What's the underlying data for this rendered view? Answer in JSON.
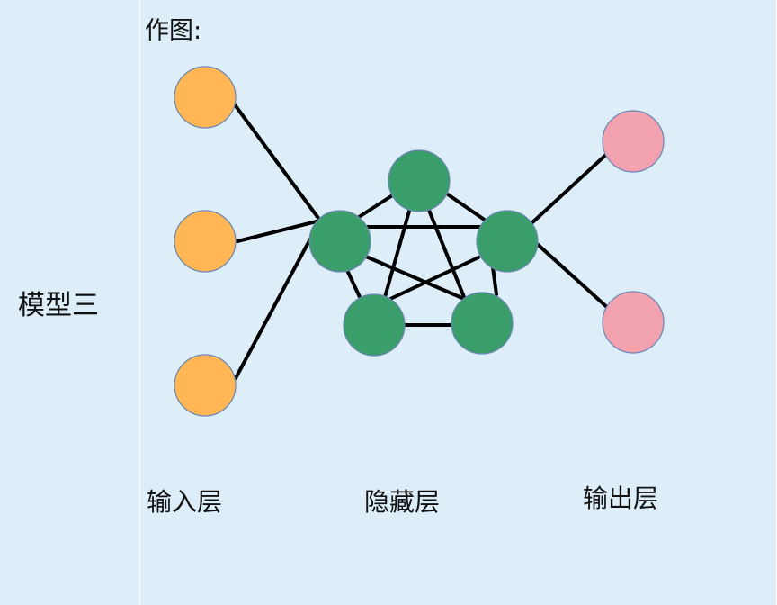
{
  "side": {
    "model_label": "模型三"
  },
  "main": {
    "draw_label": "作图:"
  },
  "layers": {
    "input_label": "输入层",
    "hidden_label": "隐藏层",
    "output_label": "输出层"
  },
  "colors": {
    "background": "#ddeef8",
    "input_node": "#ffb655",
    "hidden_node": "#3a9e6a",
    "output_node": "#f2a1ae",
    "node_border": "#6a86b6",
    "edge": "#000000"
  }
}
